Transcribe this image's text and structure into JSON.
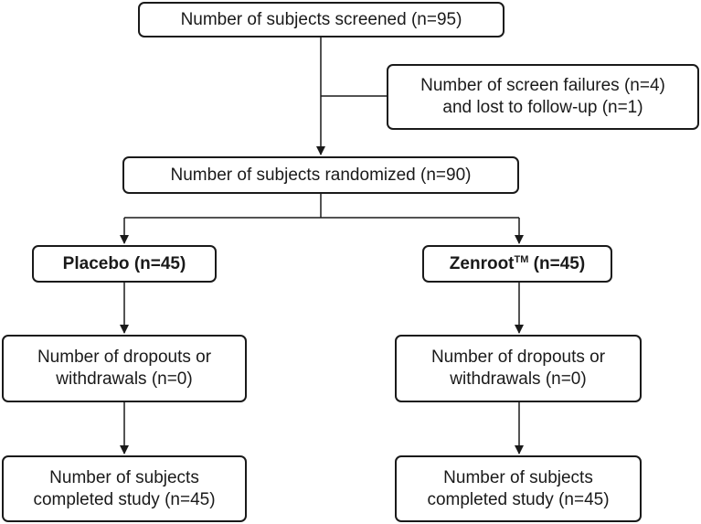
{
  "nodes": {
    "screened": {
      "text": "Number of subjects screened (n=95)"
    },
    "excluded": {
      "line1": "Number of screen failures (n=4)",
      "line2": "and lost to follow-up (n=1)"
    },
    "randomized": {
      "text": "Number of subjects randomized (n=90)"
    },
    "placebo": {
      "text": "Placebo (n=45)"
    },
    "zenroot": {
      "name": "Zenroot",
      "tm": "TM",
      "count": " (n=45)"
    },
    "placebo_dropouts": {
      "line1": "Number of dropouts or",
      "line2": "withdrawals (n=0)"
    },
    "zenroot_dropouts": {
      "line1": "Number of dropouts or",
      "line2": "withdrawals (n=0)"
    },
    "placebo_completed": {
      "line1": "Number of subjects",
      "line2": "completed study (n=45)"
    },
    "zenroot_completed": {
      "line1": "Number of subjects",
      "line2": "completed study (n=45)"
    }
  },
  "colors": {
    "stroke": "#1a1a1a",
    "background": "#ffffff"
  }
}
